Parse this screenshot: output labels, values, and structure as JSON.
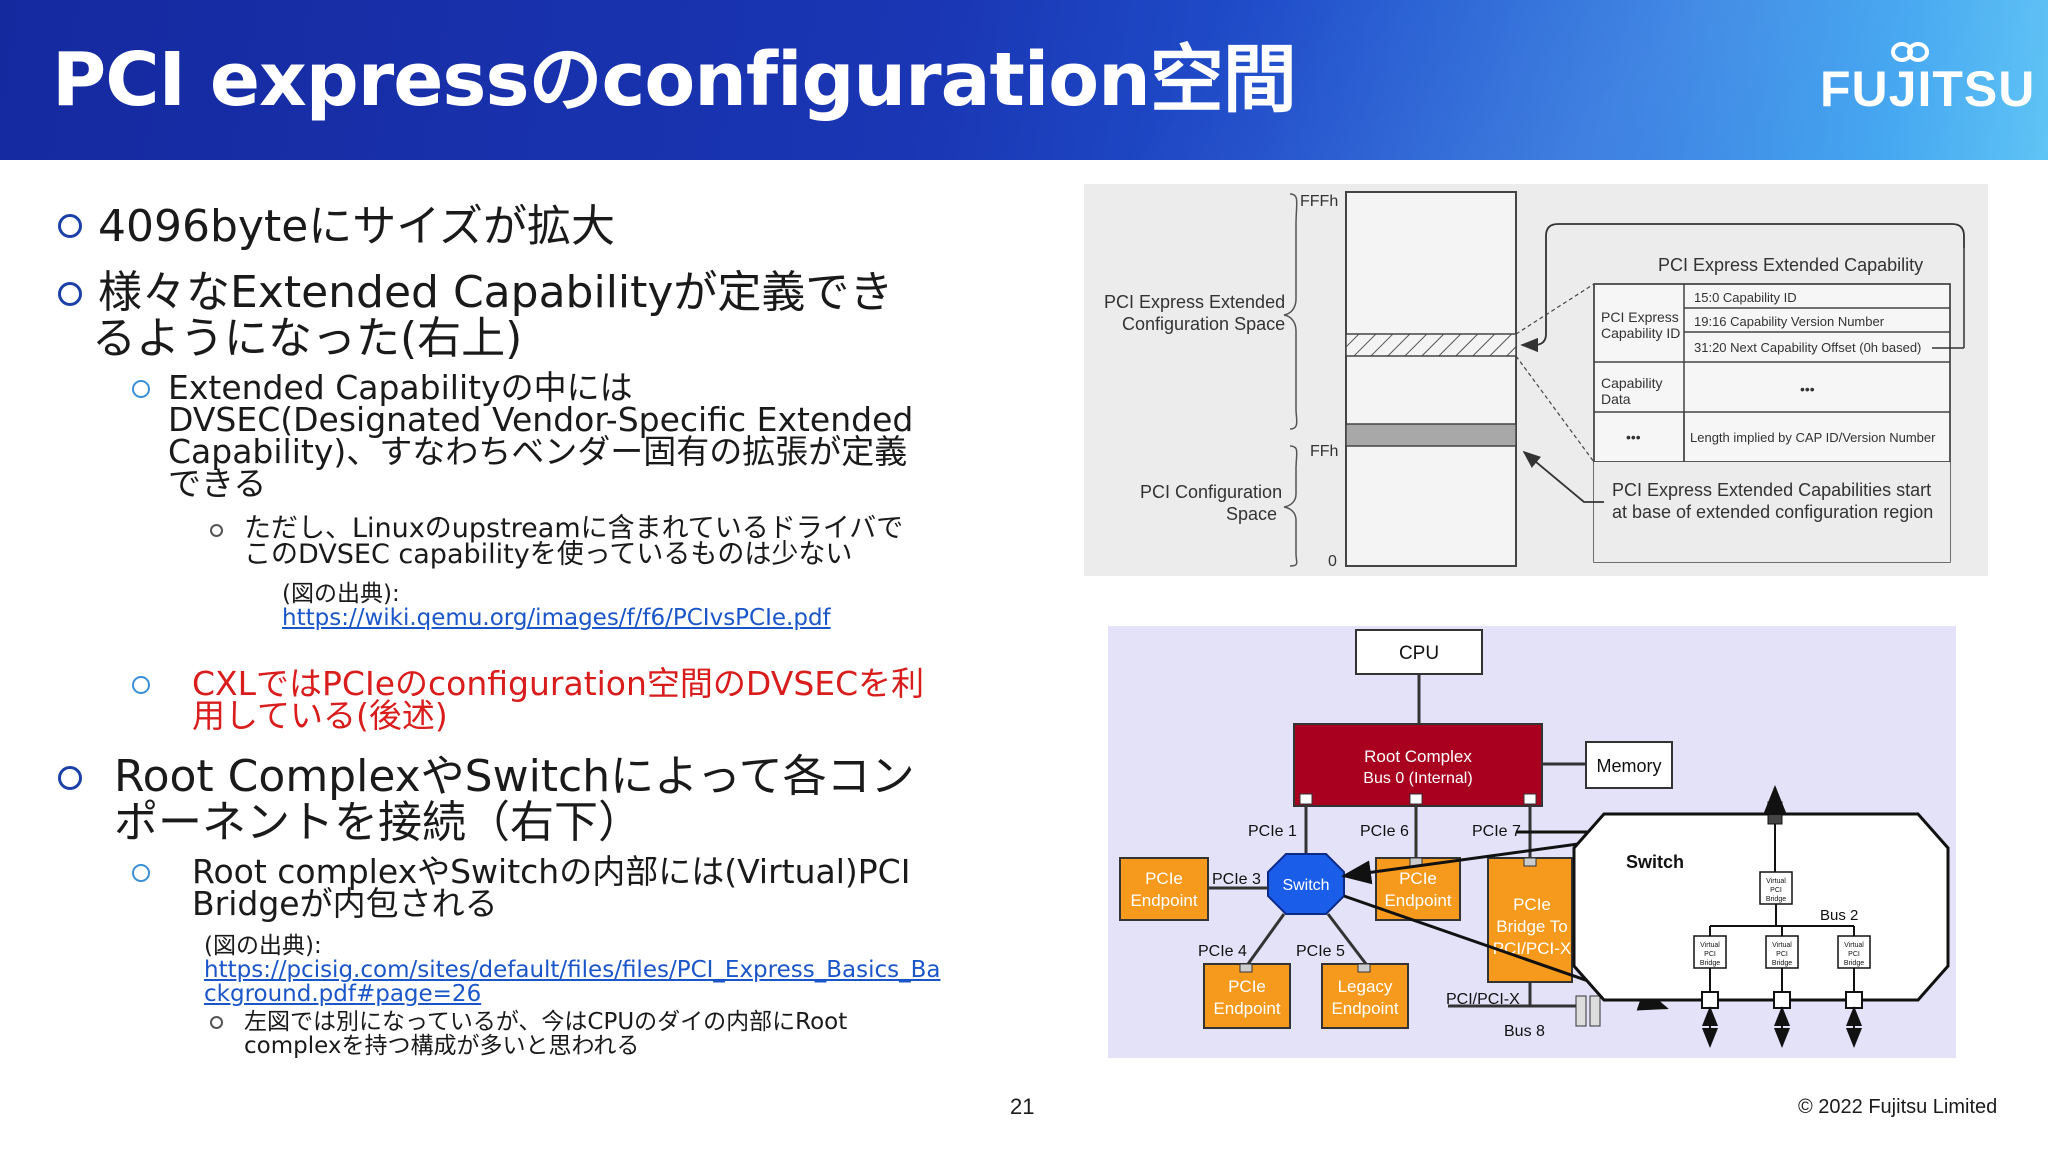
{
  "header": {
    "title": "PCI expressのconfiguration空間",
    "logo_text": "FUJITSU"
  },
  "bullets": {
    "b1": "4096byteにサイズが拡大",
    "b2_line1": "様々なExtended Capabilityが定義でき",
    "b2_line2": "るようになった(右上)",
    "b2_sub1_lines": [
      "Extended Capabilityの中には",
      "DVSEC(Designated Vendor-Specific Extended",
      "Capability)、すなわちベンダー固有の拡張が定義",
      "できる"
    ],
    "b2_sub1_sub_lines": [
      "ただし、Linuxのupstreamに含まれているドライバで",
      "このDVSEC capabilityを使っているものは少ない"
    ],
    "src1_label": "(図の出典):",
    "src1_link": "https://wiki.qemu.org/images/f/f6/PCIvsPCIe.pdf",
    "b2_sub2_lines": [
      "CXLではPCIeのconfiguration空間のDVSECを利",
      "用している(後述)"
    ],
    "b3_lines": [
      "Root ComplexやSwitchによって各コン",
      "ポーネントを接続（右下）"
    ],
    "b3_sub1_lines": [
      "Root complexやSwitchの内部には(Virtual)PCI",
      "Bridgeが内包される"
    ],
    "src2_label": "(図の出典):",
    "src2_link_lines": [
      "https://pcisig.com/sites/default/files/files/PCI_Express_Basics_Ba",
      "ckground.pdf#page=26"
    ],
    "b3_sub1_sub_lines": [
      "左図では別になっているが、今はCPUのダイの内部にRoot",
      "complexを持つ構成が多いと思われる"
    ]
  },
  "figure1": {
    "fffh": "FFFh",
    "ffh": "FFh",
    "zero": "0",
    "ext_space_label": [
      "PCI Express Extended",
      "Configuration Space"
    ],
    "cfg_space_label": [
      "PCI Configuration",
      "Space"
    ],
    "ext_cap_title": "PCI Express  Extended Capability",
    "cap_id_label": [
      "PCI Express",
      "Capability ID"
    ],
    "row1": "15:0 Capability ID",
    "row2": "19:16 Capability Version Number",
    "row3": "31:20 Next Capability Offset (0h based)",
    "cap_data_label": [
      "Capability",
      "Data"
    ],
    "dots": "•••",
    "length_note": "Length implied by CAP ID/Version Number",
    "start_note": [
      "PCI Express Extended Capabilities start",
      "at base of extended configuration region"
    ]
  },
  "figure2": {
    "cpu": "CPU",
    "root_complex": "Root Complex",
    "bus0": "Bus 0 (Internal)",
    "memory": "Memory",
    "pcie1": "PCIe 1",
    "pcie6": "PCIe 6",
    "pcie7": "PCIe 7",
    "pcie3": "PCIe 3",
    "pcie4": "PCIe 4",
    "pcie5": "PCIe 5",
    "switch_small": "Switch",
    "endpoint_left": [
      "PCIe",
      "Endpoint"
    ],
    "endpoint_mid": [
      "PCIe",
      "Endpoint"
    ],
    "bridge": [
      "PCIe",
      "Bridge To",
      "PCI/PCI-X"
    ],
    "endpoint_bottom": [
      "PCIe",
      "Endpoint"
    ],
    "legacy": [
      "Legacy",
      "Endpoint"
    ],
    "pcipcix": "PCI/PCI-X",
    "bus8": "Bus 8",
    "switch_big": "Switch",
    "bus2": "Bus 2",
    "vbridge": [
      "Virtual",
      "PCI",
      "Bridge"
    ]
  },
  "footer": {
    "page": "21",
    "copyright": "© 2022 Fujitsu Limited"
  }
}
